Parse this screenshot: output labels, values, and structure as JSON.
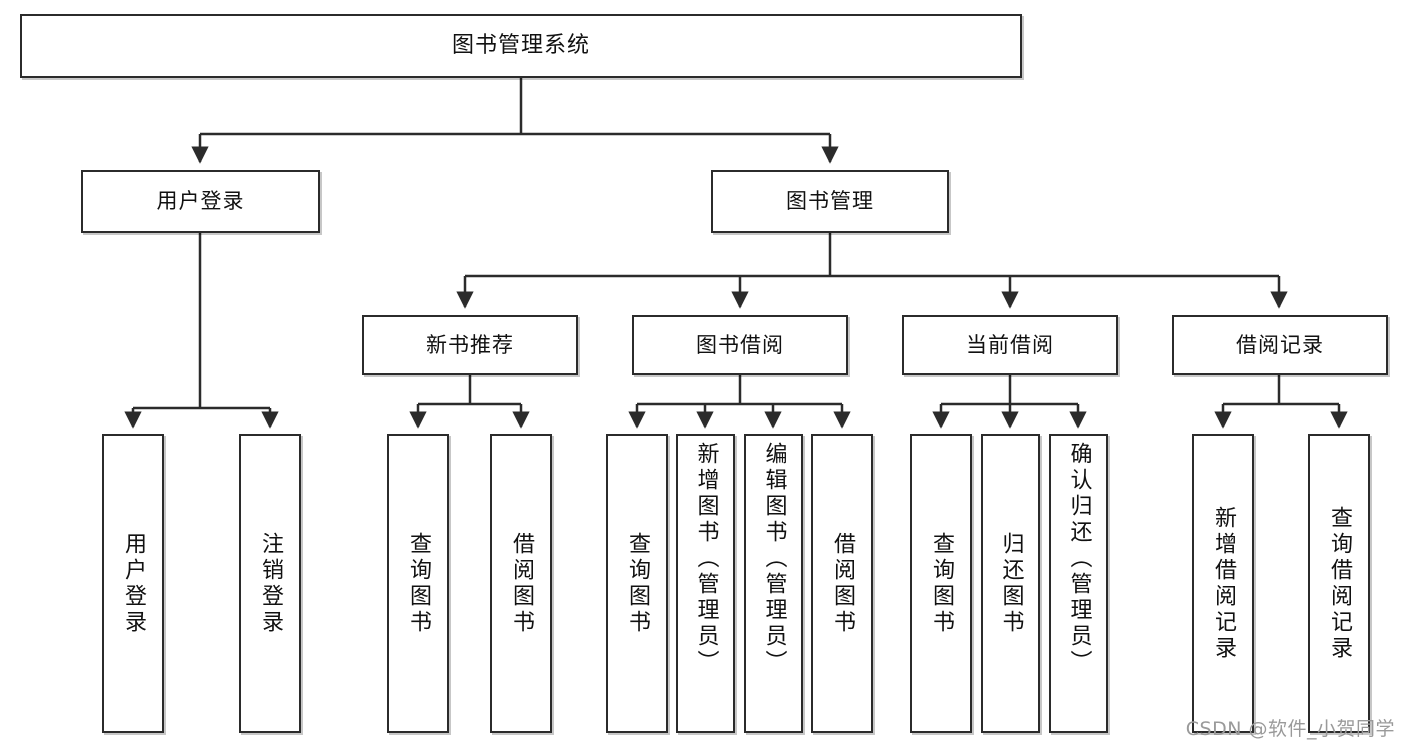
{
  "diagram": {
    "type": "org-chart",
    "title": "图书管理系统",
    "levels": 4,
    "colors": {
      "node_border": "#2b2b2b",
      "node_fill": "#ffffff",
      "edge": "#2b2b2b",
      "text": "#111111",
      "watermark": "#9a9a9a",
      "background": "#ffffff"
    }
  },
  "nodes": {
    "root": {
      "label": "图书管理系统"
    },
    "level2": [
      {
        "label": "用户登录"
      },
      {
        "label": "图书管理"
      }
    ],
    "level3": [
      {
        "label": "新书推荐"
      },
      {
        "label": "图书借阅"
      },
      {
        "label": "当前借阅"
      },
      {
        "label": "借阅记录"
      }
    ],
    "leaves": {
      "user_login": [
        {
          "label": "用户登录"
        },
        {
          "label": "注销登录"
        }
      ],
      "new_book_recommend": [
        {
          "label": "查询图书"
        },
        {
          "label": "借阅图书"
        }
      ],
      "book_borrow": [
        {
          "label": "查询图书"
        },
        {
          "label": "新增图书（管理员）"
        },
        {
          "label": "编辑图书（管理员）"
        },
        {
          "label": "借阅图书"
        }
      ],
      "current_borrow": [
        {
          "label": "查询图书"
        },
        {
          "label": "归还图书"
        },
        {
          "label": "确认归还（管理员）"
        }
      ],
      "borrow_record": [
        {
          "label": "新增借阅记录"
        },
        {
          "label": "查询借阅记录"
        }
      ]
    }
  },
  "watermark": {
    "text": "CSDN @软件_小贺同学"
  }
}
